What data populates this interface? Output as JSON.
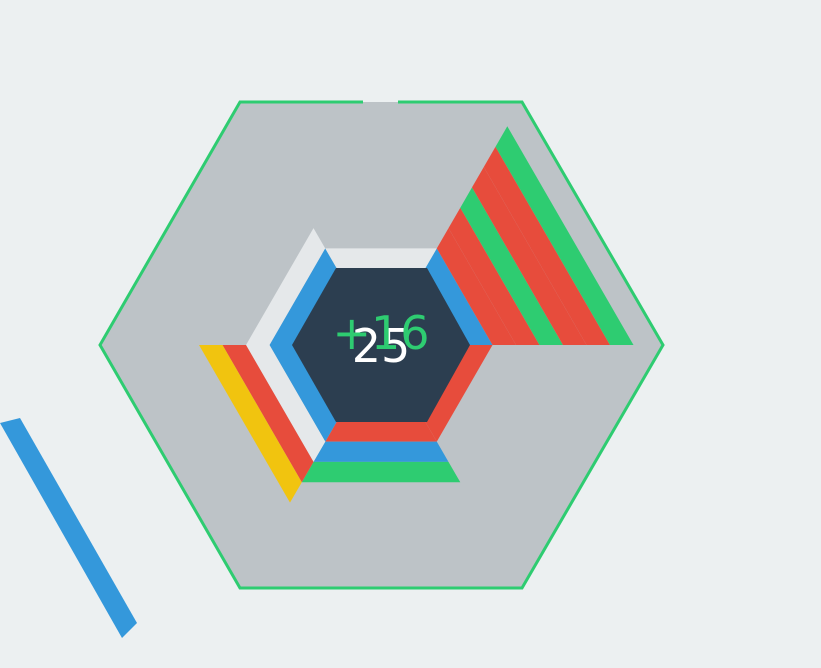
{
  "game": {
    "score": "25",
    "combo_bonus": "+16"
  },
  "colors": {
    "background": "#ecf0f1",
    "outer_hex_fill": "#bdc3c7",
    "outer_hex_border": "#2ecc71",
    "center_hex": "#2c3e50",
    "inner_ring": "#e5e8ea",
    "score_text": "#ffffff",
    "bonus_text": "#2ecc71",
    "block_red": "#e74c3c",
    "block_blue": "#3498db",
    "block_green": "#2ecc71",
    "block_yellow": "#f1c40f"
  },
  "board": {
    "stacks": [
      {
        "side": "top-right",
        "blocks": [
          "blue",
          "red",
          "red",
          "green",
          "red",
          "red",
          "green"
        ]
      },
      {
        "side": "lower-right",
        "blocks": [
          "red"
        ]
      },
      {
        "side": "bottom",
        "blocks": [
          "red",
          "blue",
          "green"
        ]
      },
      {
        "side": "lower-left",
        "blocks": [
          "blue",
          "white",
          "red",
          "yellow"
        ]
      },
      {
        "side": "upper-left",
        "blocks": [
          "blue",
          "white"
        ]
      },
      {
        "side": "top",
        "blocks": [
          "white"
        ]
      }
    ],
    "falling_block": {
      "color": "blue"
    }
  }
}
